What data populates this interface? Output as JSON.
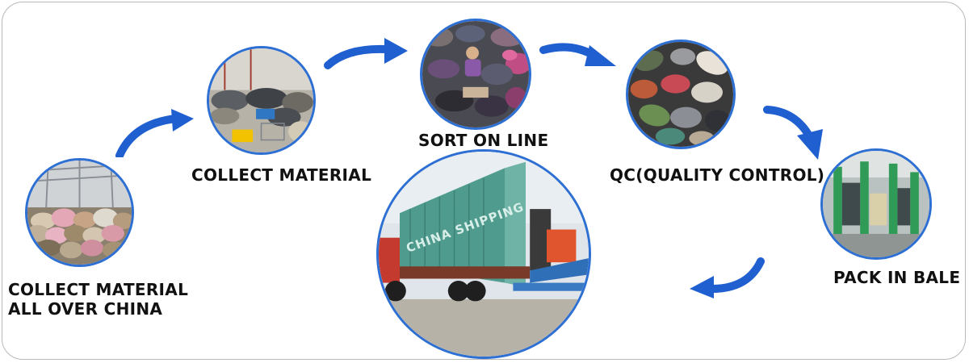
{
  "steps": [
    {
      "id": "step1",
      "line1": "COLLECT MATERIAL",
      "line2": "ALL OVER CHINA",
      "photo": "warehouse-piles-photo"
    },
    {
      "id": "step2",
      "label": "COLLECT MATERIAL",
      "photo": "collection-floor-photo"
    },
    {
      "id": "step3",
      "label": "SORT ON LINE",
      "photo": "sorting-line-photo"
    },
    {
      "id": "step4",
      "label": "QC(QUALITY CONTROL)",
      "photo": "shoes-inspection-photo"
    },
    {
      "id": "step5",
      "label": "PACK IN BALE",
      "photo": "baling-machine-photo"
    }
  ],
  "shipping": {
    "photo": "container-truck-photo",
    "container_text": "CHINA SHIPPING"
  },
  "colors": {
    "arrow": "#1f5fd0",
    "ring": "#2d6fd2",
    "frame": "#b9b9b9"
  }
}
